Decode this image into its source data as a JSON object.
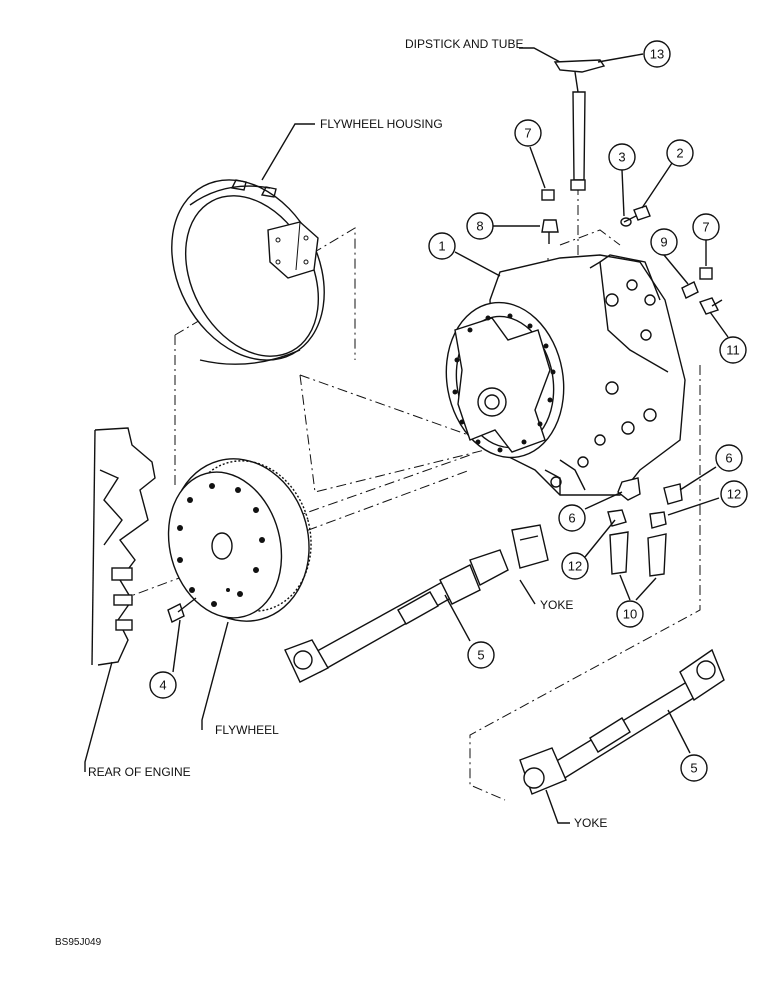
{
  "labels": {
    "dipstick": "DIPSTICK AND TUBE",
    "flywheel_housing": "FLYWHEEL HOUSING",
    "flywheel": "FLYWHEEL",
    "rear_of_engine": "REAR OF ENGINE",
    "yoke_upper": "YOKE",
    "yoke_lower": "YOKE"
  },
  "callouts": {
    "c13": "13",
    "c7a": "7",
    "c8": "8",
    "c3": "3",
    "c2": "2",
    "c1": "1",
    "c9": "9",
    "c7b": "7",
    "c11": "11",
    "c6a": "6",
    "c6b": "6",
    "c12a": "12",
    "c12b": "12",
    "c10": "10",
    "c5a": "5",
    "c5b": "5",
    "c4": "4"
  },
  "reference": "BS95J049"
}
